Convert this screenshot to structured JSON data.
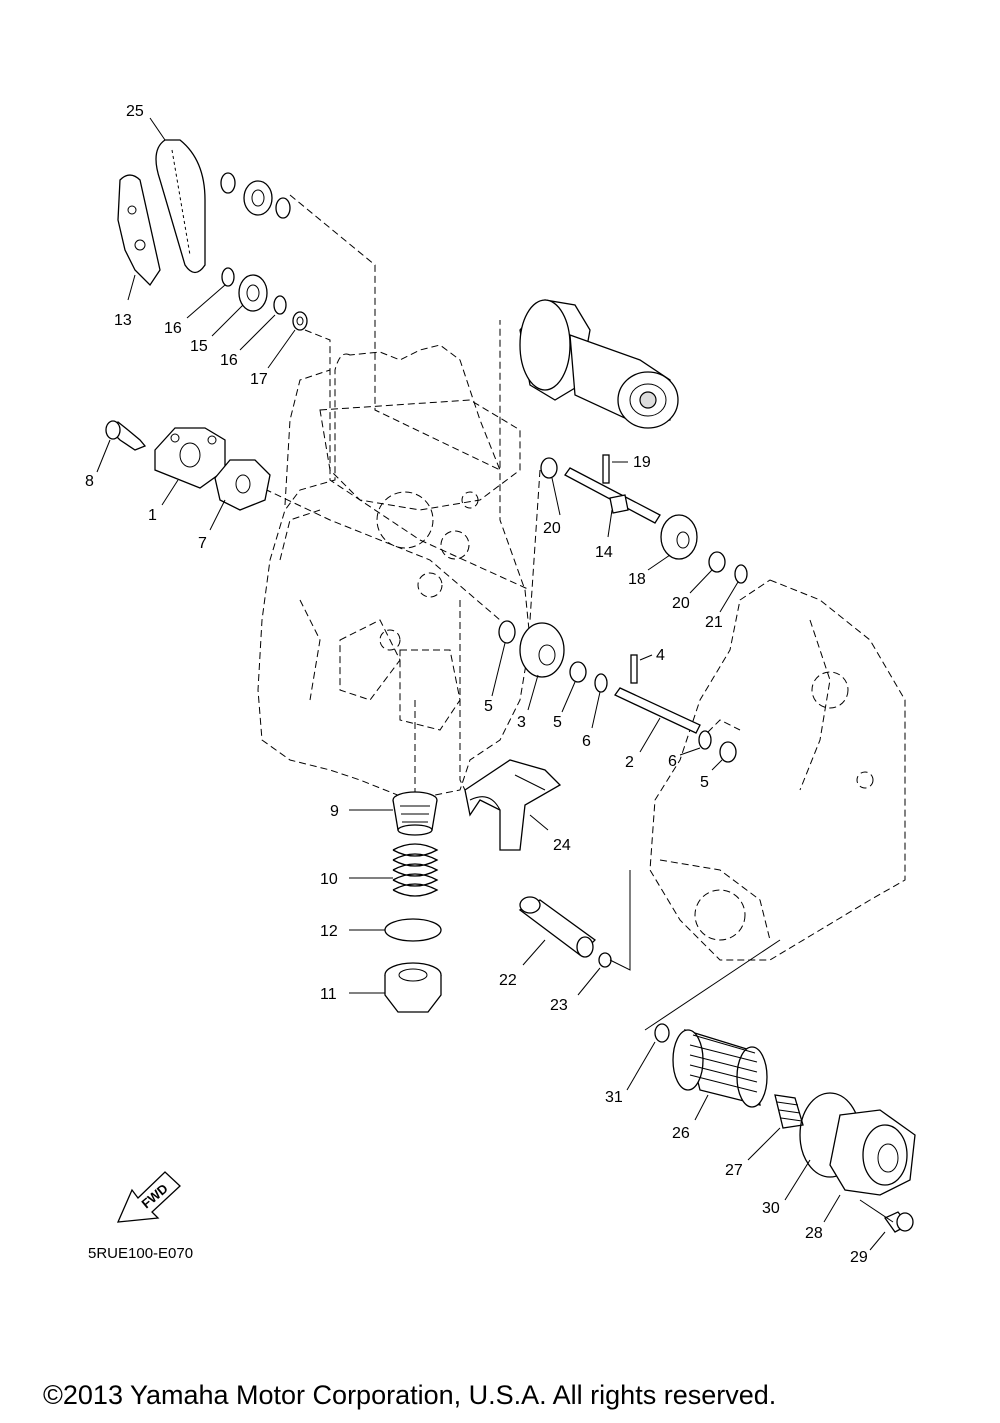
{
  "diagram_code": "5RUE100-E070",
  "copyright": "©2013 Yamaha Motor Corporation, U.S.A. All rights reserved.",
  "fwd_label": "FWD",
  "labels": {
    "p1": "1",
    "p2": "2",
    "p3": "3",
    "p4": "4",
    "p5a": "5",
    "p5b": "5",
    "p5c": "5",
    "p6a": "6",
    "p6b": "6",
    "p7": "7",
    "p8": "8",
    "p9": "9",
    "p10": "10",
    "p11": "11",
    "p12": "12",
    "p13": "13",
    "p14": "14",
    "p15": "15",
    "p16a": "16",
    "p16b": "16",
    "p17": "17",
    "p18": "18",
    "p19": "19",
    "p20a": "20",
    "p20b": "20",
    "p21": "21",
    "p22": "22",
    "p23": "23",
    "p24": "24",
    "p25": "25",
    "p26": "26",
    "p27": "27",
    "p28": "28",
    "p29": "29",
    "p30": "30",
    "p31": "31"
  }
}
